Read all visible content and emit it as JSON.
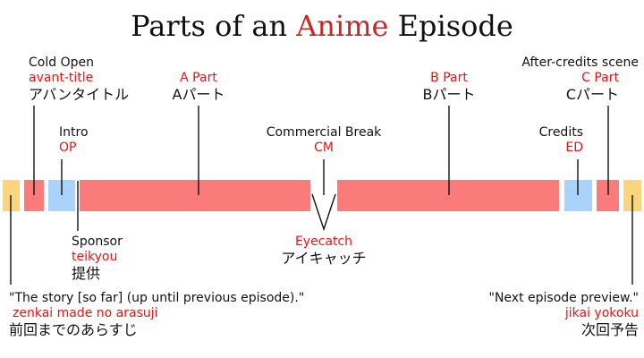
{
  "title": {
    "before": "Parts of an ",
    "accent": "Anime",
    "after": " Episode"
  },
  "colors": {
    "part": "#fb7a7a",
    "song": "#a9d3fb",
    "summary": "#fad57c",
    "accent": "#c62828",
    "label_red": "#e11111"
  },
  "labels": {
    "cold_open": {
      "en": "Cold Open",
      "romaji": "avant-title",
      "jp": "アバンタイトル"
    },
    "a_part": {
      "romaji": "A Part",
      "jp": "Aパート"
    },
    "b_part": {
      "romaji": "B Part",
      "jp": "Bパート"
    },
    "after_credits": {
      "en": "After-credits scene",
      "romaji": "C Part",
      "jp": "Cパート"
    },
    "intro": {
      "en": "Intro",
      "romaji": "OP"
    },
    "commercial": {
      "en": "Commercial Break",
      "romaji": "CM"
    },
    "credits": {
      "en": "Credits",
      "romaji": "ED"
    },
    "sponsor": {
      "en": "Sponsor",
      "romaji": "teikyou",
      "jp": "提供"
    },
    "eyecatch": {
      "romaji": "Eyecatch",
      "jp": "アイキャッチ"
    },
    "previous": {
      "en": "\"The story [so far] (up until previous episode).\"",
      "romaji": "zenkai made no arasuji",
      "jp": "前回までのあらすじ"
    },
    "next": {
      "en": "\"Next episode preview.\"",
      "romaji": "jikai yokoku",
      "jp": "次回予告"
    }
  }
}
